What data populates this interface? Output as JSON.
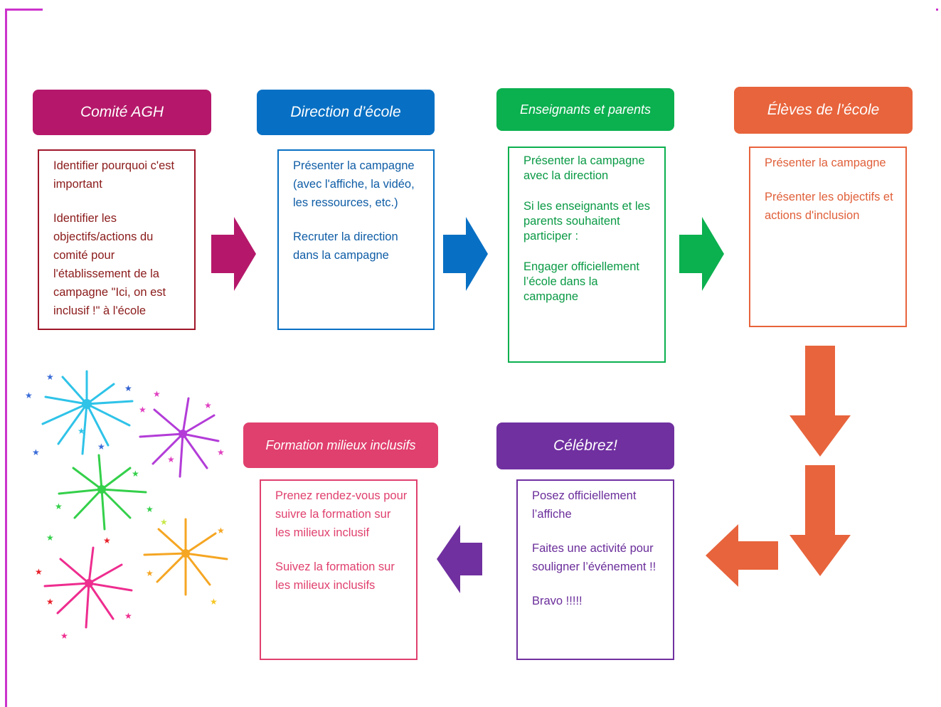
{
  "steps": [
    {
      "title": "Comité AGH",
      "color": "#b5186a",
      "paragraphs": [
        "Identifier pourquoi c'est important",
        "Identifier les objectifs/actions du comité pour l'établissement de la campagne \"Ici, on est inclusif !\" à l'école"
      ]
    },
    {
      "title": "Direction d’école",
      "color": "#0870c4",
      "paragraphs": [
        "Présenter la campagne (avec l'affiche, la vidéo, les ressources, etc.)",
        "Recruter la direction dans la campagne"
      ]
    },
    {
      "title": "Enseignants et parents",
      "color": "#0bb04f",
      "paragraphs": [
        "Présenter la campagne avec la direction",
        "Si les enseignants et les parents souhaitent participer :",
        "Engager officiellement l’école dans la campagne"
      ]
    },
    {
      "title": "Élèves de l’école",
      "color": "#e8643c",
      "paragraphs": [
        "Présenter la campagne",
        "Présenter les objectifs et actions d'inclusion"
      ]
    },
    {
      "title": "Célébrez!",
      "color": "#7030a0",
      "paragraphs": [
        "Posez officiellement l’affiche",
        "Faites une activité pour souligner l’événement !!",
        "Bravo !!!!!"
      ]
    },
    {
      "title": "Formation milieux inclusifs",
      "color": "#e0406e",
      "paragraphs": [
        "Prenez rendez-vous pour suivre la formation sur les milieux inclusif",
        "Suivez la formation sur les milieux inclusifs"
      ]
    }
  ],
  "frame_color": "#cc33cc"
}
